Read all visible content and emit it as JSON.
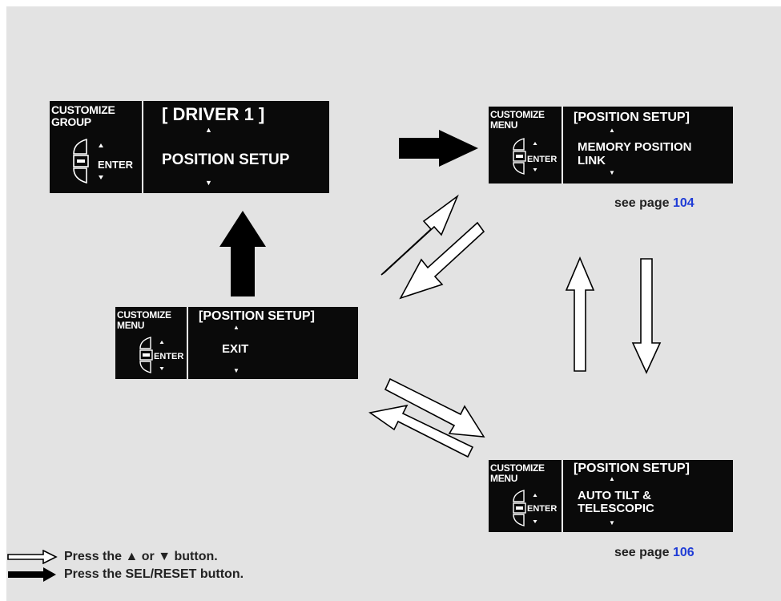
{
  "panels": {
    "driver": {
      "left_label_line1": "CUSTOMIZE",
      "left_label_line2": "GROUP",
      "enter_label": "ENTER",
      "title": "[ DRIVER 1 ]",
      "item_line1": "POSITION SETUP",
      "item_line2": ""
    },
    "memory": {
      "left_label_line1": "CUSTOMIZE",
      "left_label_line2": "MENU",
      "enter_label": "ENTER",
      "title": "[POSITION SETUP]",
      "item_line1": "MEMORY POSITION",
      "item_line2": "LINK"
    },
    "exit": {
      "left_label_line1": "CUSTOMIZE",
      "left_label_line2": "MENU",
      "enter_label": "ENTER",
      "title": "[POSITION SETUP]",
      "item_line1": "EXIT",
      "item_line2": ""
    },
    "tilt": {
      "left_label_line1": "CUSTOMIZE",
      "left_label_line2": "MENU",
      "enter_label": "ENTER",
      "title": "[POSITION SETUP]",
      "item_line1": "AUTO TILT &",
      "item_line2": "TELESCOPIC"
    }
  },
  "see_page": {
    "prefix": "see page",
    "memory_page": "104",
    "tilt_page": "106"
  },
  "legend": {
    "hollow_arrow_text": "Press the ▲ or ▼ button.",
    "solid_arrow_text": "Press the SEL/RESET button."
  },
  "colors": {
    "background": "#e3e3e3",
    "panel": "#0a0a0a",
    "page_number": "#1f3cd6"
  }
}
